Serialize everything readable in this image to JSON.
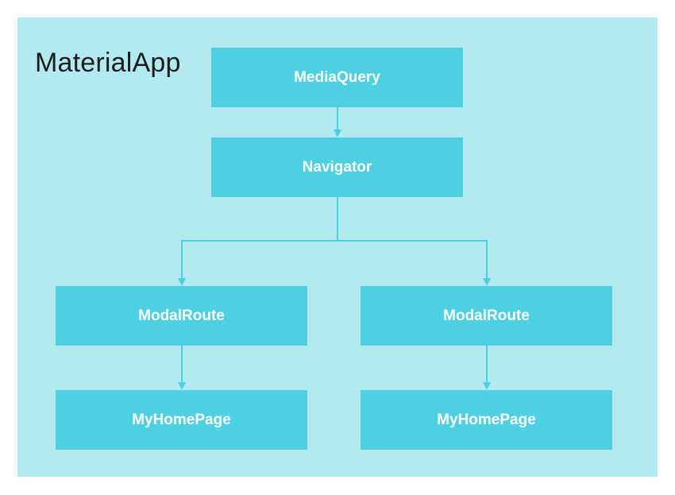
{
  "diagram": {
    "container": {
      "title": "MaterialApp"
    },
    "nodes": {
      "media_query": "MediaQuery",
      "navigator": "Navigator",
      "modal_route_left": "ModalRoute",
      "modal_route_right": "ModalRoute",
      "home_page_left": "MyHomePage",
      "home_page_right": "MyHomePage"
    },
    "edges": [
      {
        "from": "media_query",
        "to": "navigator"
      },
      {
        "from": "navigator",
        "to": "modal_route_left"
      },
      {
        "from": "navigator",
        "to": "modal_route_right"
      },
      {
        "from": "modal_route_left",
        "to": "home_page_left"
      },
      {
        "from": "modal_route_right",
        "to": "home_page_right"
      }
    ],
    "colors": {
      "container_fill": "#b1ebf1",
      "node_fill": "#4ed0e3",
      "node_text": "#ffffff",
      "title_text": "#1c1c1c",
      "connector": "#4ed0e3"
    }
  }
}
